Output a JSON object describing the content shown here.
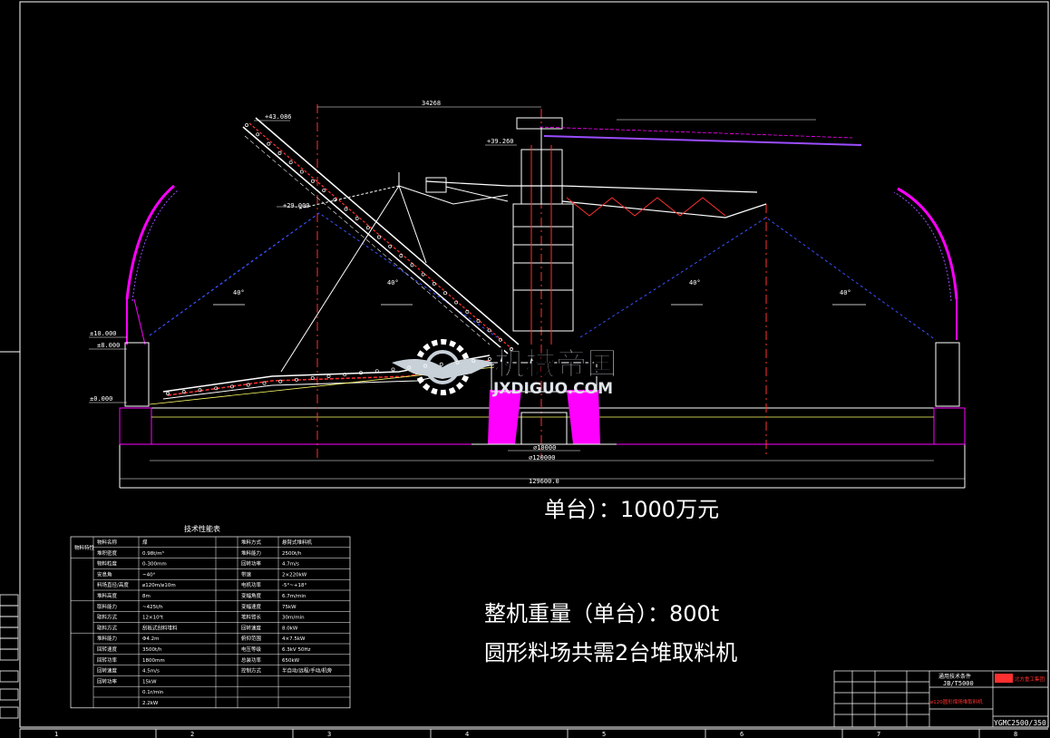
{
  "dimensions": {
    "width_top": "34268",
    "elev_top": "+43.086",
    "elev_stacker": "+39.260",
    "elev_boom": "+29.000",
    "elev_10": "±10.000",
    "elev_8": "±8.000",
    "elev_0": "±0.000",
    "dia_inner": "⌀10000",
    "dia_outer": "⌀120000",
    "total_width": "129600.0",
    "angles": [
      "40°",
      "40°",
      "40°",
      "40°"
    ]
  },
  "annotations": {
    "price": "单台）：1000万元",
    "weight": "整机重量（单台）：800t",
    "note": "圆形料场共需2台堆取料机"
  },
  "watermark": {
    "name": "机械帝国",
    "url": "JXDIGUO.COM"
  },
  "table": {
    "title": "技术性能表",
    "left_groups": [
      "物料特性",
      "",
      "",
      "",
      "",
      "",
      "",
      "",
      ""
    ],
    "left_params": [
      "物料名称",
      "堆积密度",
      "物料粒度",
      "安息角",
      "料场直径/高度",
      "堆料高度",
      "取料能力",
      "取料方式",
      "取料方式",
      "堆料能力",
      "回转速度",
      "回转功率",
      "回转速度",
      "回转功率"
    ],
    "left_values": [
      "煤",
      "0.98t/m³",
      "0-300mm",
      "~40°",
      "⌀120m/⌀10m",
      "8m",
      "~425t/h",
      "12×10⁴t",
      "刮板式刮料堆料",
      "Φ4.2m",
      "3500t/h",
      "1800mm",
      "4.5m/s",
      "15kW",
      "0.1r/min",
      "2.2kW"
    ],
    "right_params": [
      "堆料方式",
      "堆料能力",
      "回转功率",
      "带速",
      "电机功率",
      "变幅角度",
      "变幅速度",
      "堆料臂长",
      "回转速度",
      "俯仰范围",
      "电压等级",
      "总装功率",
      "控制方式"
    ],
    "right_values": [
      "悬臂式堆料机",
      "2500t/h",
      "4.7m/s",
      "2×220kW",
      "-5°~+18°",
      "6.7m/min",
      "75kW",
      "30m/min",
      "8.0kW",
      "4×7.5kW",
      "6.3kV 50Hz",
      "650kW",
      "半自动/远程/手动/机旁"
    ]
  },
  "title_block": {
    "standard_label": "通用技术条件",
    "standard": "JB/T5000",
    "drawing_name": "⌀120圆形煤场堆取料机",
    "drawing_no": "YGMC2500/350",
    "company": "北方重工集团"
  },
  "ruler": [
    "1",
    "2",
    "3",
    "4",
    "5",
    "6",
    "7",
    "8"
  ],
  "colors": {
    "background": "#000000",
    "structure": "#ffffff",
    "magenta": "#ff00ff",
    "purple": "#9b4dff",
    "red": "#ff3030",
    "yellow": "#ffff66",
    "blue": "#3a50ff",
    "cyan": "#40e0ff"
  }
}
